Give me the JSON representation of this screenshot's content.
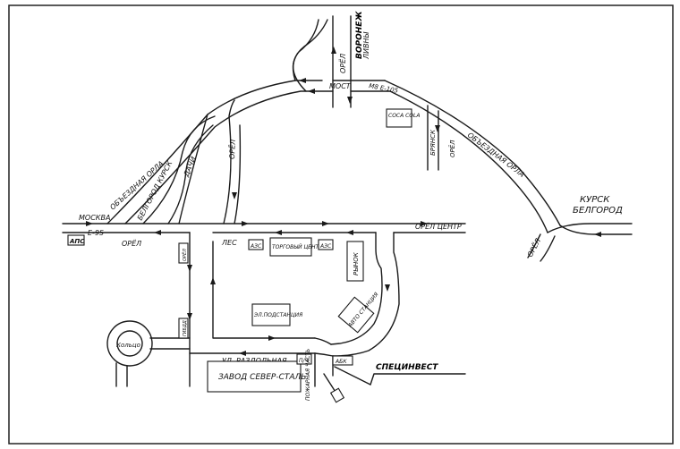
{
  "labels": {
    "moscow": "МОСКВА",
    "e95_left": "Е-95",
    "aps": "АПС",
    "orel_left": "ОРЁЛ",
    "obezdnaya_left": "ОБЪЕЗДНАЯ ОРЛА",
    "belgorod_kursk": "БЕЛГОРОД КУРСК",
    "dachi": "ДАЧИ",
    "orel_diag": "ОРЁЛ",
    "voronezh": "ВОРОНЕЖ",
    "orel_vert": "ОРЁЛ",
    "livny": "ЛИВНЫ",
    "most": "МОСТ",
    "m8_e105": "М8 Е-105",
    "coca_cola": "COCA COLA",
    "bryansk": "БРЯНСК",
    "orel_small": "ОРЁЛ",
    "obezdnaya_right": "ОБЪЕЗДНАЯ ОРЛА",
    "kursk": "КУРСК",
    "belgorod": "БЕЛГОРОД",
    "orel_bottom_right": "ОРЁЛ",
    "orel_center": "ОРЁЛ ЦЕНТР",
    "les": "ЛЕС",
    "azs1": "АЗС",
    "trade_center": "ТОРГОВЫЙ ЦЕНТР",
    "azs2": "АЗС",
    "rynok": "РЫНОК",
    "orel_sign": "ОРЁЛ",
    "gibdd": "ГИБДД",
    "substation": "ЭЛ.ПОДСТАНЦИЯ",
    "autostation": "АВТО СТАНЦИЯ",
    "koltso": "Кольцо",
    "street": "УЛ. РАЗДОЛЬНАЯ",
    "factory": "ЗАВОД СЕВЕР-СТАЛЬ",
    "pch": "П/Ч",
    "fire": "ПОЖАРНАЯ ЧАСТЬ",
    "abk": "АБК",
    "speczinvest": "СПЕЦИНВЕСТ"
  }
}
